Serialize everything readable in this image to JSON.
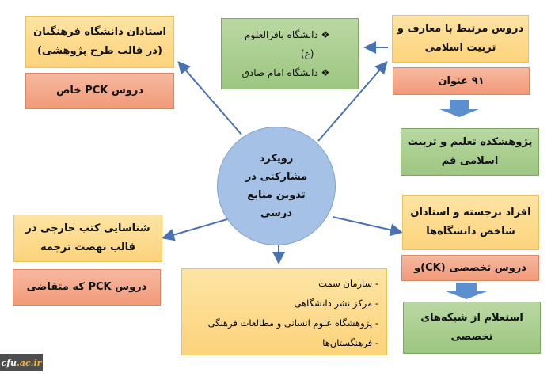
{
  "center": {
    "label": "رویکرد مشارکتی در تدوین منابع درسی",
    "lines": [
      "رویکرد",
      "مشارکتی در",
      "تدوین منابع",
      "درسی"
    ]
  },
  "top_left": {
    "main": [
      "استادان دانشگاه فرهنگیان",
      "(در قالب طرح پژوهشی)"
    ],
    "sub": "دروس PCK خاص"
  },
  "top_middle": {
    "items": [
      "دانشگاه باقرالعلوم",
      "(ع)",
      "دانشگاه امام صادق"
    ],
    "bullet_icon": "❖"
  },
  "top_right": {
    "main": [
      "دروس مرتبط با معارف و",
      "تربیت اسلامی"
    ],
    "sub": "۹۱ عنوان",
    "result": [
      "پژوهشکده تعلیم و تربیت",
      "اسلامی قم"
    ]
  },
  "bottom_left": {
    "main": [
      "شناسایی کتب خارجی در",
      "قالب نهضت ترجمه"
    ],
    "sub": "دروس PCK که متقاضی"
  },
  "bottom_middle": {
    "items": [
      "- سازمان سمت",
      "- مرکز نشر دانشگاهی",
      "- پژوهشگاه علوم انسانی و مطالعات فرهنگی",
      "- فرهنگستان‌ها"
    ]
  },
  "bottom_right": {
    "main": [
      "افراد برجسته و استادان",
      "شاخص دانشگاه‌ها"
    ],
    "sub": "دروس تخصصی (CK)و",
    "result": [
      "استعلام از شبکه‌های",
      "تخصصی"
    ]
  },
  "watermark": {
    "part1": "cfu",
    "part2": ".ac.ir"
  },
  "colors": {
    "yellow": "#fdd37c",
    "salmon": "#f19a78",
    "green": "#9dc681",
    "circle": "#a5c2e6",
    "arrow": "#4a72b0",
    "block_arrow": "#5b8fd0"
  }
}
